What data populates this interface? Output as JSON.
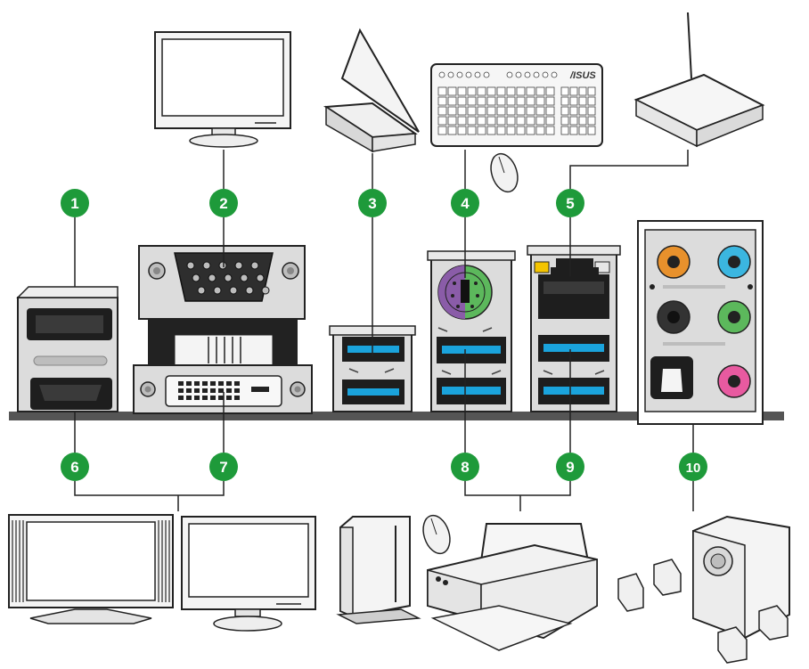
{
  "callouts": [
    {
      "id": "1",
      "label": "1"
    },
    {
      "id": "2",
      "label": "2"
    },
    {
      "id": "3",
      "label": "3"
    },
    {
      "id": "4",
      "label": "4"
    },
    {
      "id": "5",
      "label": "5"
    },
    {
      "id": "6",
      "label": "6"
    },
    {
      "id": "7",
      "label": "7"
    },
    {
      "id": "8",
      "label": "8"
    },
    {
      "id": "9",
      "label": "9"
    },
    {
      "id": "10",
      "label": "10"
    }
  ],
  "keyboard_logo": "/ISUS",
  "colors": {
    "badge": "#1e9a3a",
    "panel": "#dcdcdc",
    "port_dark": "#1e1e1e",
    "usb3_blue": "#1aa3dc",
    "ps2_purple": "#8a5ca8",
    "ps2_green": "#5cb85c",
    "audio_orange": "#e8912c",
    "audio_blue": "#3bb6e0",
    "audio_black": "#333333",
    "audio_green": "#5cb85c",
    "audio_pink": "#e85aa0",
    "led_yellow": "#f4c400",
    "board_strip": "#555555"
  }
}
